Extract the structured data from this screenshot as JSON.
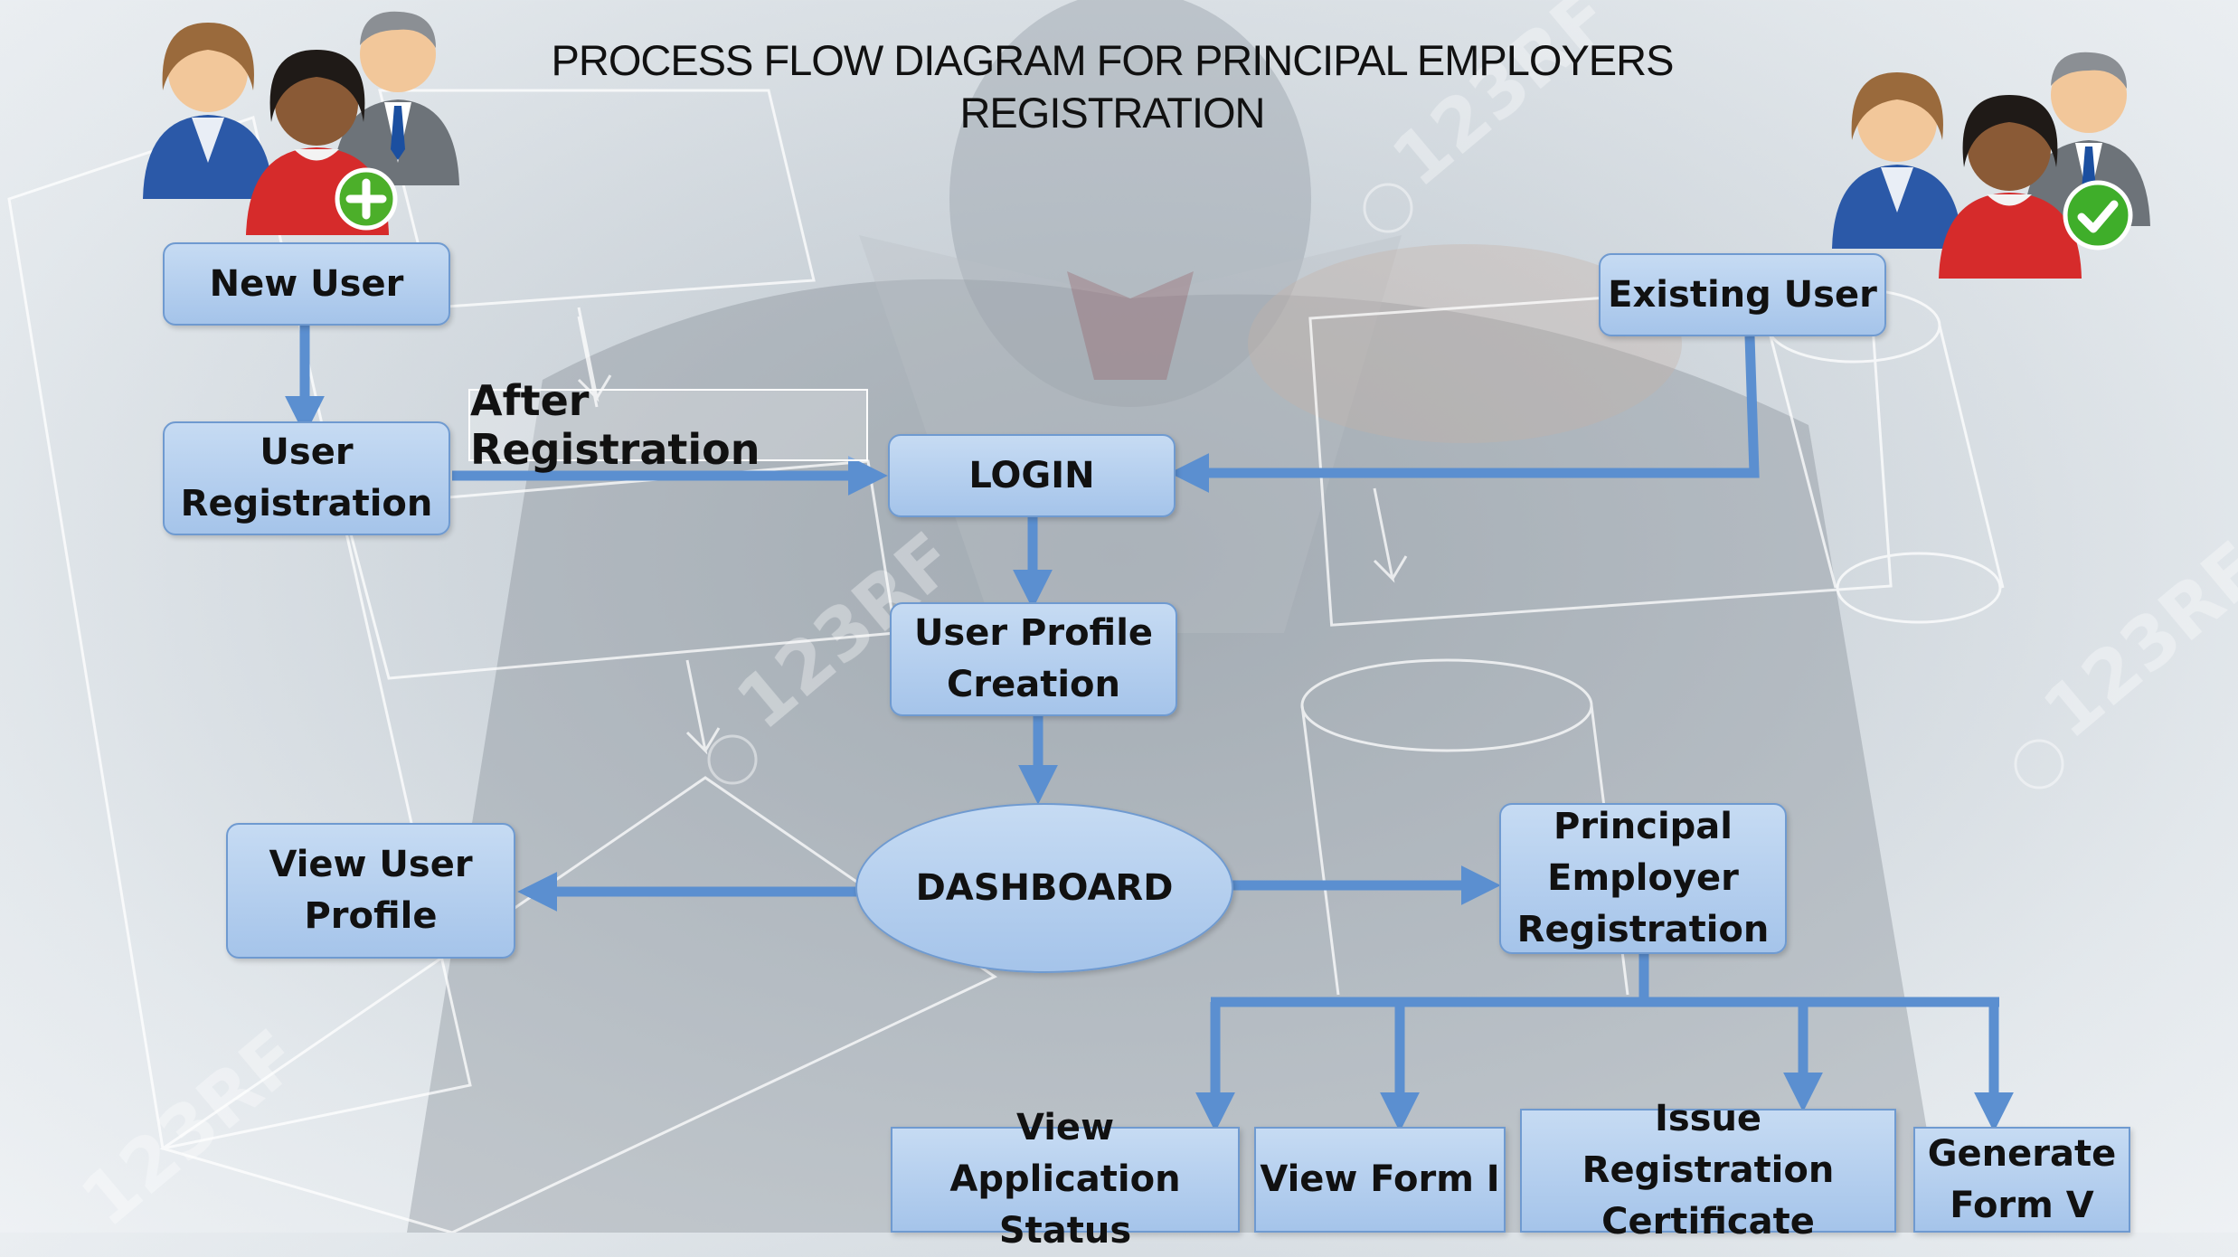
{
  "title": {
    "line1": "PROCESS FLOW DIAGRAM FOR PRINCIPAL EMPLOYERS",
    "line2": "REGISTRATION"
  },
  "nodes": {
    "new_user": "New User",
    "existing_user": "Existing User",
    "user_registration": "User Registration",
    "login": "LOGIN",
    "user_profile_creation": "User Profile Creation",
    "dashboard": "DASHBOARD",
    "view_user_profile": "View User Profile",
    "principal_employer_registration": "Principal Employer Registration",
    "view_application_status": "View Application Status",
    "view_form_i": "View Form I",
    "issue_registration_certificate": "Issue Registration Certificate",
    "generate_form_v": "Generate Form V"
  },
  "edge_labels": {
    "after_registration": "After Registration"
  },
  "icons": {
    "new_user_group": "user-group-add-icon",
    "existing_user_group": "user-group-check-icon"
  },
  "colors": {
    "box_fill": "#b3cfee",
    "box_border": "#6f9ad0",
    "arrow": "#5b8fd0",
    "add_badge": "#4caf2a",
    "check_badge": "#3fae2a"
  },
  "watermark": "123RF"
}
